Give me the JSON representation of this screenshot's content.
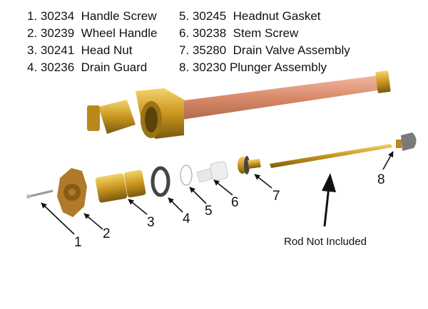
{
  "parts_list": {
    "left": [
      {
        "num": "1.",
        "sku": "30234",
        "name": "Handle Screw"
      },
      {
        "num": "2.",
        "sku": "30239",
        "name": "Wheel Handle"
      },
      {
        "num": "3.",
        "sku": "30241",
        "name": "Head Nut"
      },
      {
        "num": "4.",
        "sku": "30236",
        "name": "Drain Guard"
      }
    ],
    "right": [
      {
        "num": "5.",
        "sku": "30245",
        "name": "Headnut Gasket"
      },
      {
        "num": "6.",
        "sku": "30238",
        "name": "Stem Screw"
      },
      {
        "num": "7.",
        "sku": "35280",
        "name": "Drain Valve Assembly"
      },
      {
        "num": "8.",
        "sku": "30230",
        "name": "Plunger Assembly"
      }
    ]
  },
  "callouts": [
    "1",
    "2",
    "3",
    "4",
    "5",
    "6",
    "7",
    "8"
  ],
  "rod_note": "Rod Not Included",
  "colors": {
    "brass": "#c9961e",
    "copper": "#d98a6a",
    "handle": "#b07a2a",
    "gray": "#7a7a7a"
  }
}
